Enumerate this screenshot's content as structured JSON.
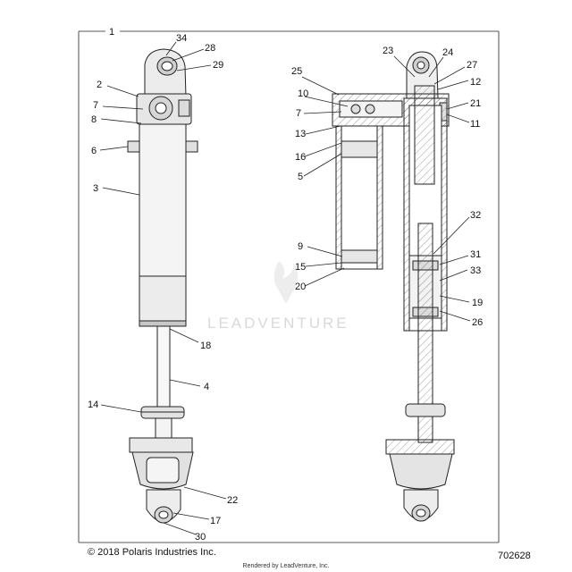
{
  "callouts": [
    "1",
    "34",
    "28",
    "29",
    "2",
    "7",
    "8",
    "6",
    "3",
    "18",
    "4",
    "14",
    "22",
    "17",
    "30",
    "25",
    "10",
    "7",
    "13",
    "16",
    "5",
    "9",
    "15",
    "20",
    "23",
    "24",
    "27",
    "12",
    "21",
    "11",
    "32",
    "31",
    "33",
    "19",
    "26"
  ],
  "footer": {
    "copyright": "© 2018 Polaris Industries Inc.",
    "diagram_number": "702628",
    "render_note": "Rendered by LeadVenture, Inc."
  },
  "watermark": {
    "text": "LEADVENTURE"
  }
}
